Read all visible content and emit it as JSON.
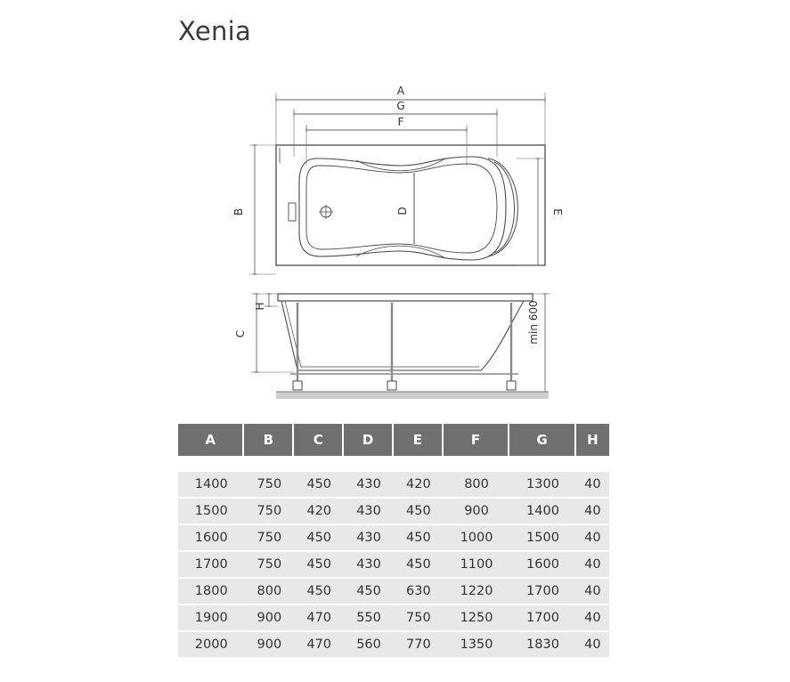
{
  "title": "Xenia",
  "drawing_labels": {
    "a": "A",
    "g": "G",
    "f": "F",
    "b": "B",
    "d": "D",
    "e": "E",
    "c": "C",
    "h": "H",
    "min_height": "min 600"
  },
  "colors": {
    "header_bg": "#707072",
    "row_bg": "#e8e8e9",
    "line": "#4a4a4a"
  },
  "table": {
    "headers": [
      "A",
      "B",
      "C",
      "D",
      "E",
      "F",
      "G",
      "H"
    ],
    "rows": [
      [
        "1400",
        "750",
        "450",
        "430",
        "420",
        "800",
        "1300",
        "40"
      ],
      [
        "1500",
        "750",
        "420",
        "430",
        "450",
        "900",
        "1400",
        "40"
      ],
      [
        "1600",
        "750",
        "450",
        "430",
        "450",
        "1000",
        "1500",
        "40"
      ],
      [
        "1700",
        "750",
        "450",
        "430",
        "450",
        "1100",
        "1600",
        "40"
      ],
      [
        "1800",
        "800",
        "450",
        "450",
        "630",
        "1220",
        "1700",
        "40"
      ],
      [
        "1900",
        "900",
        "470",
        "550",
        "750",
        "1250",
        "1700",
        "40"
      ],
      [
        "2000",
        "900",
        "470",
        "560",
        "770",
        "1350",
        "1830",
        "40"
      ]
    ]
  }
}
